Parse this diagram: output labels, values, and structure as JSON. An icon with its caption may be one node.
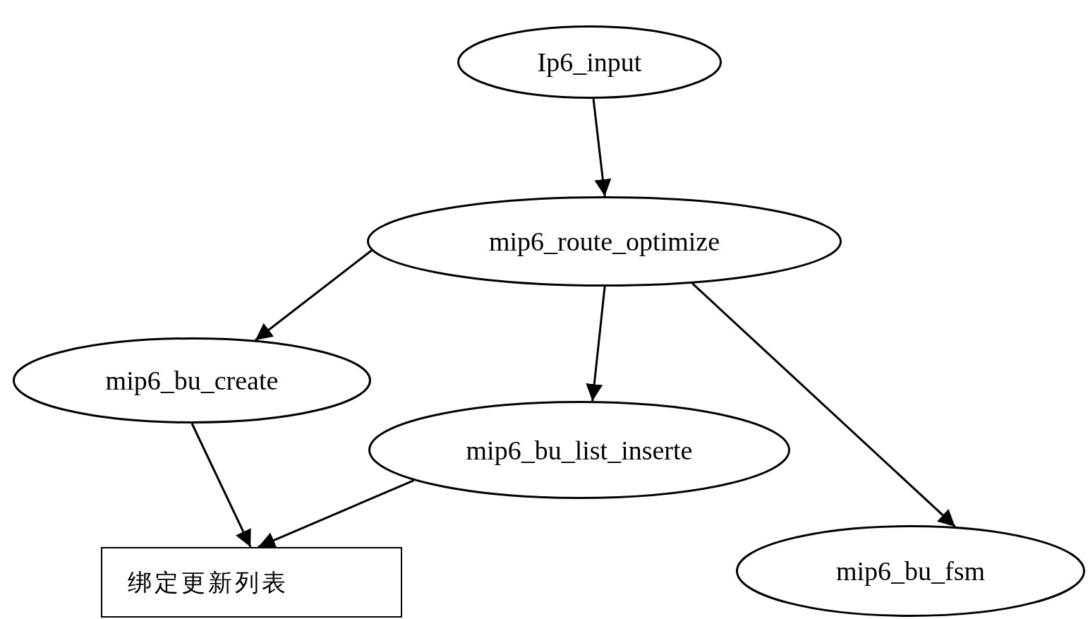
{
  "diagram": {
    "nodes": [
      {
        "text": [
          "Ip6_input"
        ]
      },
      {
        "text": [
          "mip6_route_optimize"
        ]
      },
      {
        "text": [
          "mip6_bu_create"
        ]
      },
      {
        "text": [
          "mip6_bu_list_inserte"
        ]
      },
      {
        "text": [
          "绑定更新列表"
        ]
      },
      {
        "text": [
          "mip6_bu_fsm"
        ]
      }
    ],
    "edges": [
      {
        "from": 0,
        "to": 1,
        "arrow": "to"
      },
      {
        "from": 1,
        "to": 2,
        "arrow": "to"
      },
      {
        "from": 1,
        "to": 3,
        "arrow": "to"
      },
      {
        "from": 1,
        "to": 5,
        "arrow": "to"
      },
      {
        "from": 2,
        "to": 4,
        "arrow": "to"
      },
      {
        "from": 3,
        "to": 4,
        "arrow": "to"
      }
    ]
  }
}
